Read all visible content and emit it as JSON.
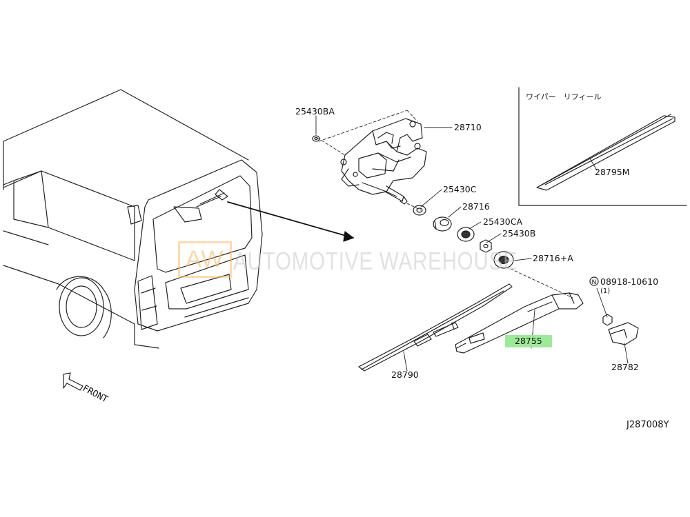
{
  "callouts": {
    "p25430BA": "25430BA",
    "p28710": "28710",
    "p25430C": "25430C",
    "p28716": "28716",
    "p25430CA": "25430CA",
    "p25430B": "25430B",
    "p28716A": "28716+A",
    "p08918": "08918-10610",
    "qty": "(1)",
    "p28755": "28755",
    "p28790": "28790",
    "p28782": "28782",
    "p28795M": "28795M"
  },
  "inset_title": "ワイパー　リフィール",
  "front_label": "FRONT",
  "diagram_id": "J287008Y",
  "watermark": {
    "logo": "AW",
    "text": "AUTOMOTIVE WAREHOUSE"
  },
  "highlight_color": "#9ee89a",
  "icons": {
    "nut_marker": "N-circle-icon",
    "front_arrow": "front-arrow-icon"
  }
}
